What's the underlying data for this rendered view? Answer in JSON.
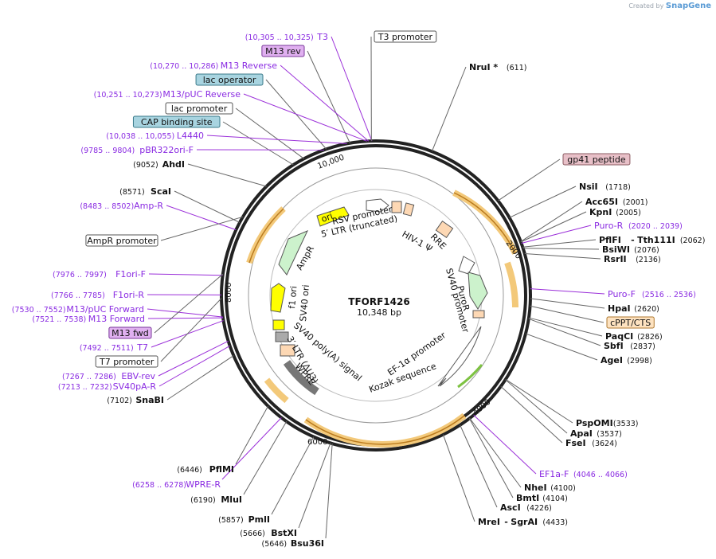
{
  "credit": {
    "text": "Created by",
    "brand": "SnapGene"
  },
  "plasmid": {
    "name": "TFORF1426",
    "size_text": "10,348 bp",
    "length": 10348
  },
  "ticks": [
    "2000",
    "4000",
    "6000",
    "8000",
    "10,000"
  ],
  "left_labels": [
    {
      "range": "(10,305 .. 10,325)",
      "name": "T3",
      "kind": "primer"
    },
    {
      "name": "M13 rev",
      "kind": "box-purple"
    },
    {
      "range": "(10,270 .. 10,286)",
      "name": "M13 Reverse",
      "kind": "primer"
    },
    {
      "name": "lac operator",
      "kind": "box-teal"
    },
    {
      "range": "(10,251 .. 10,273)",
      "name": "M13/pUC Reverse",
      "kind": "primer"
    },
    {
      "name": "lac promoter",
      "kind": "box-white"
    },
    {
      "name": "CAP binding site",
      "kind": "box-teal"
    },
    {
      "range": "(10,038 .. 10,055)",
      "name": "L4440",
      "kind": "primer"
    },
    {
      "range": "(9785 .. 9804)",
      "name": "pBR322ori-F",
      "kind": "primer"
    },
    {
      "range": "(9052)",
      "name": "AhdI",
      "kind": "enzyme"
    },
    {
      "range": "(8571)",
      "name": "ScaI",
      "kind": "enzyme"
    },
    {
      "range": "(8483 .. 8502)",
      "name": "Amp-R",
      "kind": "primer"
    },
    {
      "name": "AmpR promoter",
      "kind": "box-white"
    },
    {
      "range": "(7976 .. 7997)",
      "name": "F1ori-F",
      "kind": "primer"
    },
    {
      "range": "(7766 .. 7785)",
      "name": "F1ori-R",
      "kind": "primer"
    },
    {
      "range": "(7530 .. 7552)",
      "name": "M13/pUC Forward",
      "kind": "primer"
    },
    {
      "range": "(7521 .. 7538)",
      "name": "M13 Forward",
      "kind": "primer"
    },
    {
      "name": "M13 fwd",
      "kind": "box-purple"
    },
    {
      "range": "(7492 .. 7511)",
      "name": "T7",
      "kind": "primer"
    },
    {
      "name": "T7 promoter",
      "kind": "box-white"
    },
    {
      "range": "(7267 .. 7286)",
      "name": "EBV-rev",
      "kind": "primer"
    },
    {
      "range": "(7213 .. 7232)",
      "name": "SV40pA-R",
      "kind": "primer"
    },
    {
      "range": "(7102)",
      "name": "SnaBI",
      "kind": "enzyme"
    }
  ],
  "right_labels": [
    {
      "name": "T3 promoter",
      "kind": "box-white"
    },
    {
      "name": "NruI *",
      "range": "(611)",
      "kind": "enzyme"
    },
    {
      "name": "gp41 peptide",
      "kind": "box-pink"
    },
    {
      "name": "NsiI",
      "range": "(1718)",
      "kind": "enzyme"
    },
    {
      "name": "Acc65I",
      "range": "(2001)",
      "kind": "enzyme"
    },
    {
      "name": "KpnI",
      "range": "(2005)",
      "kind": "enzyme"
    },
    {
      "name": "Puro-R",
      "range": "(2020 .. 2039)",
      "kind": "primer"
    },
    {
      "name": "PflFI",
      "name2": "Tth111I",
      "range": "(2062)",
      "kind": "enzyme"
    },
    {
      "name": "BsiWI",
      "range": "(2076)",
      "kind": "enzyme"
    },
    {
      "name": "RsrII",
      "range": "(2136)",
      "kind": "enzyme"
    },
    {
      "name": "Puro-F",
      "range": "(2516 .. 2536)",
      "kind": "primer"
    },
    {
      "name": "HpaI",
      "range": "(2620)",
      "kind": "enzyme"
    },
    {
      "name": "cPPT/CTS",
      "kind": "box-orange"
    },
    {
      "name": "PaqCI",
      "range": "(2826)",
      "kind": "enzyme"
    },
    {
      "name": "SbfI",
      "range": "(2837)",
      "kind": "enzyme"
    },
    {
      "name": "AgeI",
      "range": "(2998)",
      "kind": "enzyme"
    },
    {
      "name": "PspOMI",
      "range": "(3533)",
      "kind": "enzyme"
    },
    {
      "name": "ApaI",
      "range": "(3537)",
      "kind": "enzyme"
    },
    {
      "name": "FseI",
      "range": "(3624)",
      "kind": "enzyme"
    },
    {
      "name": "EF1a-F",
      "range": "(4046 .. 4066)",
      "kind": "primer"
    },
    {
      "name": "NheI",
      "range": "(4100)",
      "kind": "enzyme"
    },
    {
      "name": "BmtI",
      "range": "(4104)",
      "kind": "enzyme"
    },
    {
      "name": "AscI",
      "range": "(4226)",
      "kind": "enzyme"
    },
    {
      "name": "MreI",
      "name2": "SgrAI",
      "range": "(4433)",
      "kind": "enzyme"
    }
  ],
  "bottom_labels": [
    {
      "range": "(6446)",
      "name": "PflMI",
      "kind": "enzyme"
    },
    {
      "range": "(6258 .. 6278)",
      "name": "WPRE-R",
      "kind": "primer"
    },
    {
      "range": "(6190)",
      "name": "MluI",
      "kind": "enzyme"
    },
    {
      "range": "(5857)",
      "name": "PmlI",
      "kind": "enzyme"
    },
    {
      "range": "(5666)",
      "name": "BstXI",
      "kind": "enzyme"
    },
    {
      "range": "(5646)",
      "name": "Bsu36I",
      "kind": "enzyme"
    }
  ],
  "inner_features": [
    "ori",
    "RSV promoter",
    "5′ LTR (truncated)",
    "HIV-1 Ψ",
    "RRE",
    "AmpR",
    "f1 ori",
    "SV40 ori",
    "PuroR",
    "SV40 promoter",
    "SV40 poly(A) signal",
    "3′ LTR (ΔU3)",
    "WPRE",
    "EF-1α promoter",
    "Kozak sequence"
  ]
}
